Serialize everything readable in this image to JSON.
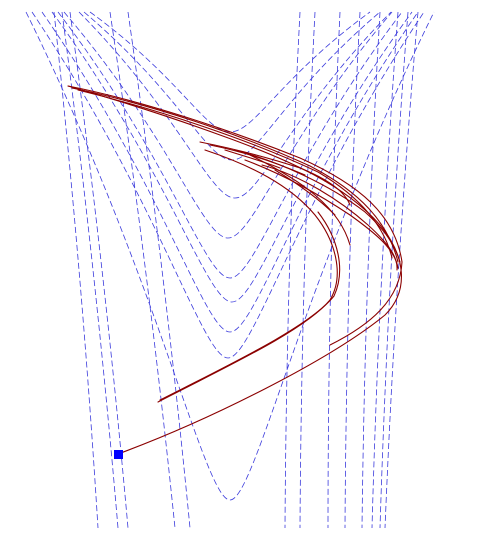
{
  "figure": {
    "background": "#ffffff",
    "curve_family_color": "#3b3bdc",
    "orbit_color": "#8b0000",
    "start_marker_color": "#0000ff",
    "curve_family_style": "dashed",
    "curve_count": 14,
    "marker_shape": "square"
  }
}
